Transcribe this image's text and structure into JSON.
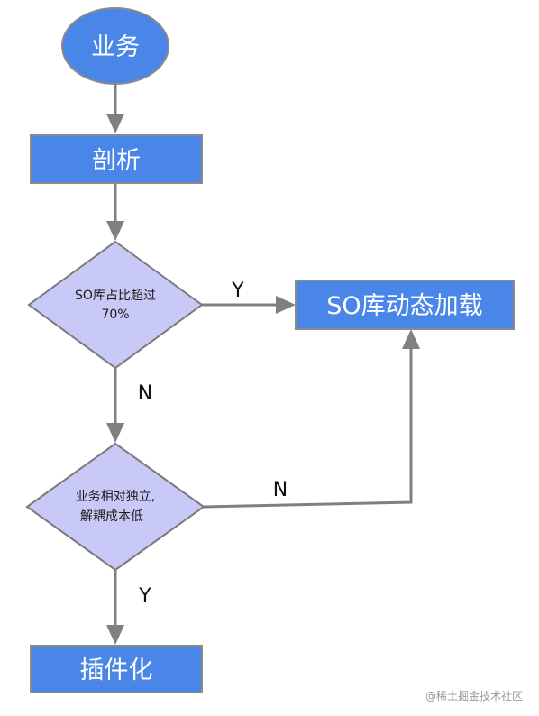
{
  "nodes": {
    "start": {
      "label": "业务"
    },
    "analyze": {
      "label": "剖析"
    },
    "decision_so_ratio": {
      "line1": "SO库占比超过",
      "line2": "70%"
    },
    "so_dynamic_load": {
      "label": "SO库动态加载"
    },
    "decision_independent": {
      "line1": "业务相对独立,",
      "line2": "解耦成本低"
    },
    "plugin": {
      "label": "插件化"
    }
  },
  "edges": {
    "ratio_yes": "Y",
    "ratio_no": "N",
    "independent_no": "N",
    "independent_yes": "Y"
  },
  "colors": {
    "process_fill": "#4a86e8",
    "process_stroke": "#8a8a8a",
    "decision_fill": "#c9c9f7",
    "decision_stroke": "#7a7a7a",
    "arrow": "#808080"
  },
  "watermark": "@稀土掘金技术社区"
}
